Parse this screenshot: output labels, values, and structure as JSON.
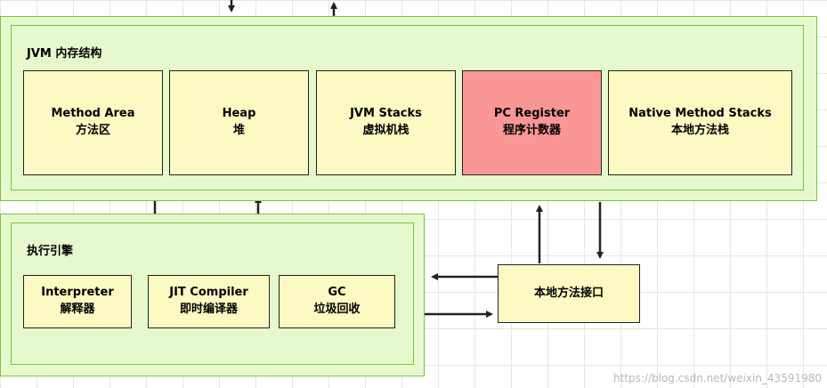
{
  "jvm": {
    "title": "JVM 内存结构",
    "areas": [
      {
        "en": "Method Area",
        "cn": "方法区"
      },
      {
        "en": "Heap",
        "cn": "堆"
      },
      {
        "en": "JVM Stacks",
        "cn": "虚拟机栈"
      },
      {
        "en": "PC Register",
        "cn": "程序计数器"
      },
      {
        "en": "Native Method Stacks",
        "cn": "本地方法栈"
      }
    ]
  },
  "engine": {
    "title": "执行引擎",
    "components": [
      {
        "en": "Interpreter",
        "cn": "解释器"
      },
      {
        "en": "JIT Compiler",
        "cn": "即时编译器"
      },
      {
        "en": "GC",
        "cn": "垃圾回收"
      }
    ]
  },
  "native_interface": {
    "label": "本地方法接口"
  },
  "watermark": "https://blog.csdn.net/weixin_43591980",
  "colors": {
    "group_fill": "#e6f9cc",
    "group_border": "#7bc142",
    "box_fill": "#fdf9c2",
    "highlight_fill": "#fb9696"
  }
}
